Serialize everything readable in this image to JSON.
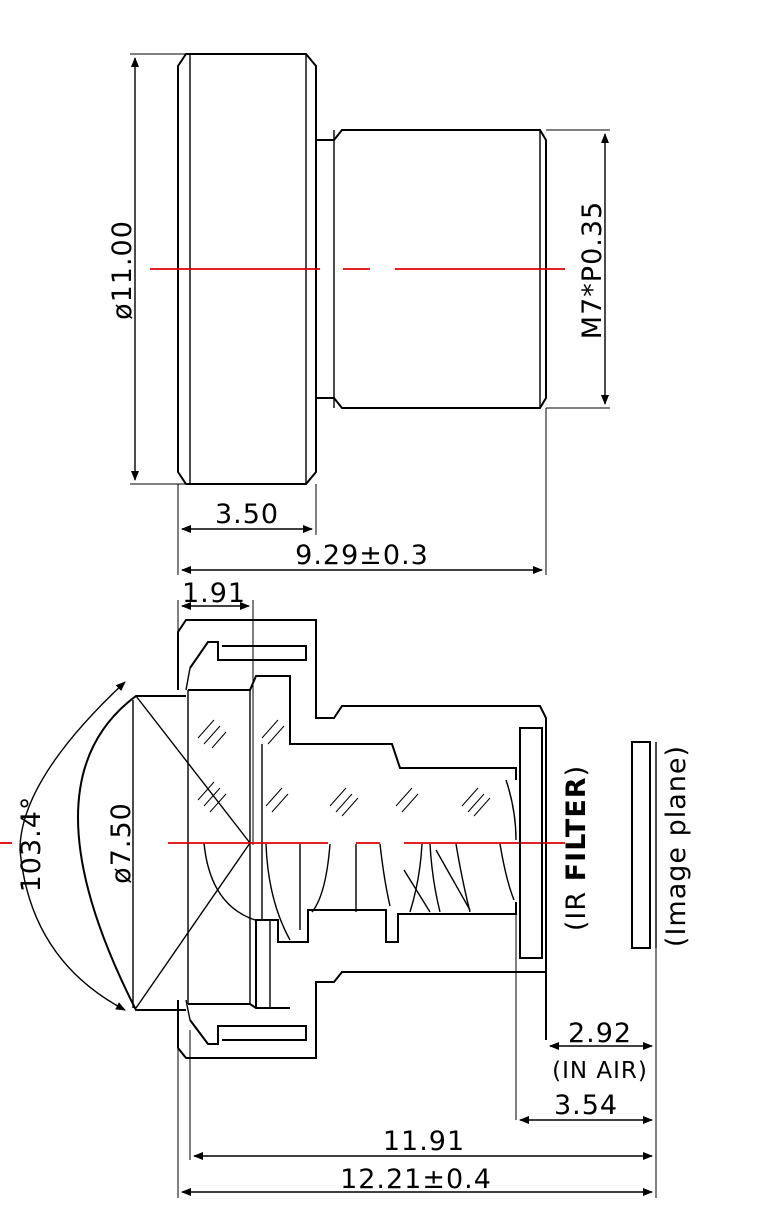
{
  "top_view": {
    "diameter_label": "ø11.00",
    "thread_label": "M7*P0.35",
    "flange_length_label": "3.50",
    "total_length_label": "9.29±0.3"
  },
  "section_view": {
    "front_offset_label": "1.91",
    "fov_label": "103.4°",
    "aperture_label": "ø7.50",
    "ir_open": "(IR ",
    "ir_filter": "FILTER",
    "ir_close": ")",
    "image_plane_label": "(Image plane)",
    "back_focus_label": "2.92",
    "in_air_label": "(IN AIR)",
    "filter_to_plane_label": "3.54",
    "optical_length_label": "11.91",
    "total_length_label": "12.21±0.4"
  },
  "colors": {
    "line": "#000000",
    "centerline": "#e00000",
    "background": "#ffffff"
  }
}
